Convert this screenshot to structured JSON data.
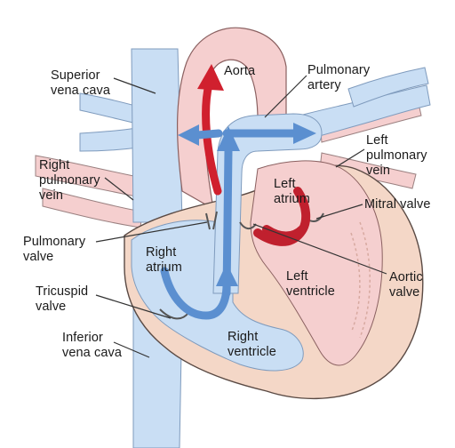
{
  "diagram": {
    "labels": {
      "aorta": "Aorta",
      "pulmonary_artery": "Pulmonary\nartery",
      "superior_vena_cava": "Superior\nvena cava",
      "left_pulmonary_vein": "Left\npulmonary\nvein",
      "right_pulmonary_vein": "Right\npulmonary\nvein",
      "left_atrium": "Left\natrium",
      "mitral_valve": "Mitral valve",
      "pulmonary_valve": "Pulmonary\nvalve",
      "right_atrium": "Right\natrium",
      "aortic_valve": "Aortic\nvalve",
      "left_ventricle": "Left\nventricle",
      "tricuspid_valve": "Tricuspid\nvalve",
      "right_ventricle": "Right\nventricle",
      "inferior_vena_cava": "Inferior\nvena cava"
    },
    "colors": {
      "oxygenated_blood": "#d0202e",
      "deoxygenated_blood": "#5b8fd0",
      "vessel_blue": "#c9def4",
      "vessel_pink": "#f5cfcf",
      "heart_wall": "#f4d7c7",
      "outline": "#4a4a4a"
    }
  }
}
